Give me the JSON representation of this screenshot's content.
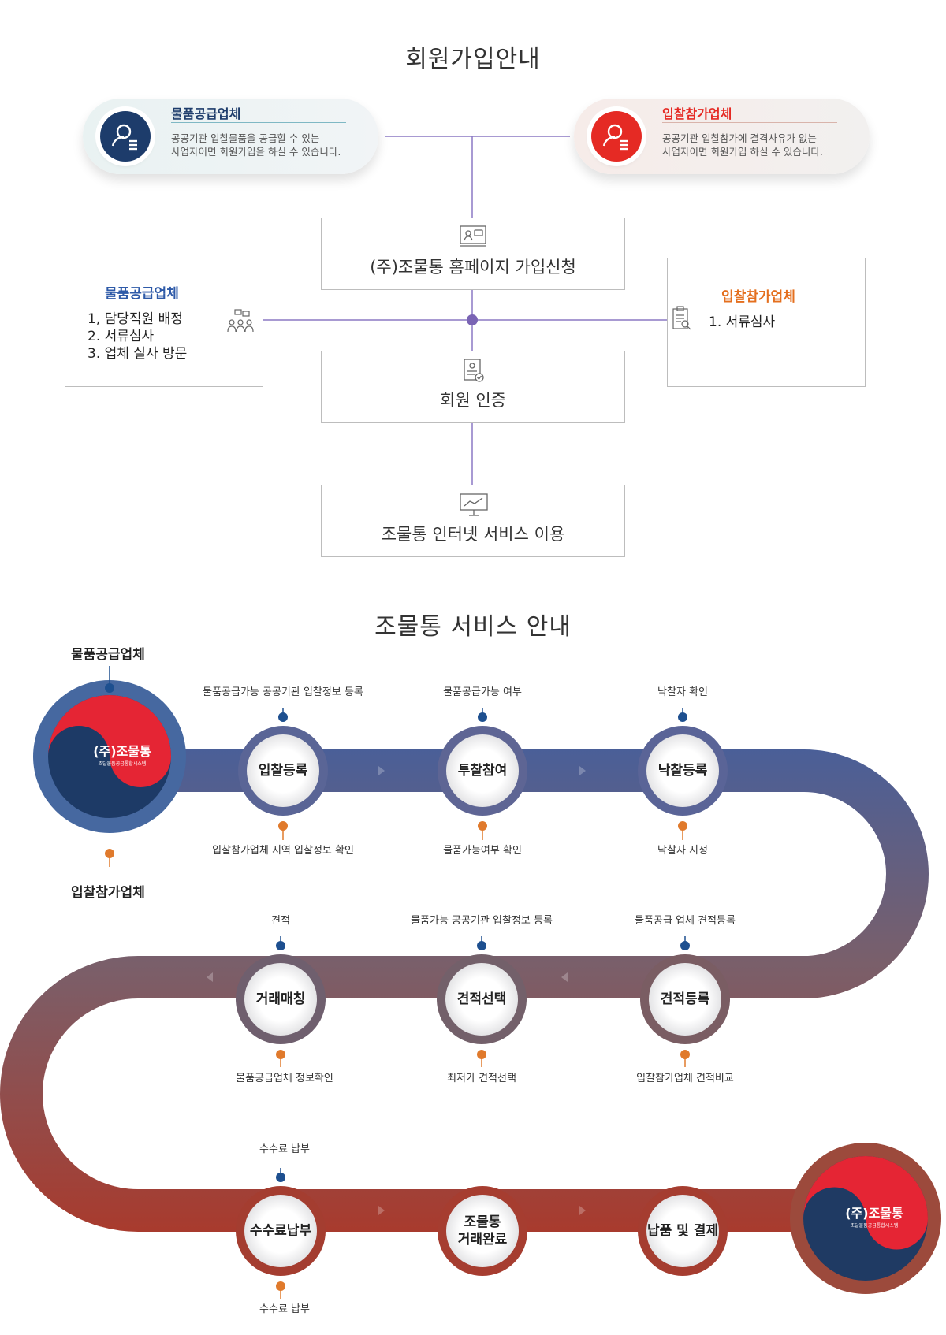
{
  "signup": {
    "title": "회원가입안내",
    "supplier": {
      "title": "물품공급업체",
      "desc1": "공공기관 입찰물품을 공급할 수 있는",
      "desc2": "사업자이면 회원가입을 하실 수 있습니다."
    },
    "bidder": {
      "title": "입찰참가업체",
      "desc1": "공공기관 입찰참가에 결격사유가 없는",
      "desc2": "사업자이면 회원가입 하실 수 있습니다."
    },
    "step1": "(주)조물통 홈페이지 가입신청",
    "step2": "회원 인증",
    "step3": "조물통 인터넷 서비스 이용",
    "supplier_side": {
      "title": "물품공급업체",
      "items": [
        "1, 담당직원 배정",
        "2. 서류심사",
        "3. 업체 실사 방문"
      ]
    },
    "bidder_side": {
      "title": "입찰참가업체",
      "items": [
        "1. 서류심사"
      ]
    }
  },
  "service": {
    "title": "조물통 서비스 안내",
    "start_top": "물품공급업체",
    "start_bottom": "입찰참가업체",
    "logo": {
      "name": "(주)조물통",
      "sub": "조달물품공급통합시스템"
    },
    "row1": [
      {
        "label": "입찰등록",
        "top": "물품공급가능 공공기관 입찰정보 등록",
        "bottom": "입찰참가업체 지역 입찰정보 확인"
      },
      {
        "label": "투찰참여",
        "top": "물품공급가능 여부",
        "bottom": "물품가능여부 확인"
      },
      {
        "label": "낙찰등록",
        "top": "낙찰자 확인",
        "bottom": "낙찰자 지정"
      }
    ],
    "row2": [
      {
        "label": "거래매칭",
        "top": "견적",
        "bottom": "물품공급업체 정보확인"
      },
      {
        "label": "견적선택",
        "top": "물품가능 공공기관 입찰정보 등록",
        "bottom": "최저가 견적선택"
      },
      {
        "label": "견적등록",
        "top": "물품공급 업체 견적등록",
        "bottom": "입찰참가업체 견적비교"
      }
    ],
    "row3": [
      {
        "label": "수수료납부",
        "top": "수수료 납부",
        "bottom": "수수료 납부"
      },
      {
        "label1": "조물통",
        "label2": "거래완료"
      },
      {
        "label": "납품 및 결제"
      }
    ]
  },
  "colors": {
    "navy": "#1d3c6b",
    "red": "#e52a24",
    "orange": "#e07a2c",
    "purple": "#7a64b4",
    "supplier_blue": "#2e5aa8",
    "bidder_orange": "#e46f1e"
  }
}
